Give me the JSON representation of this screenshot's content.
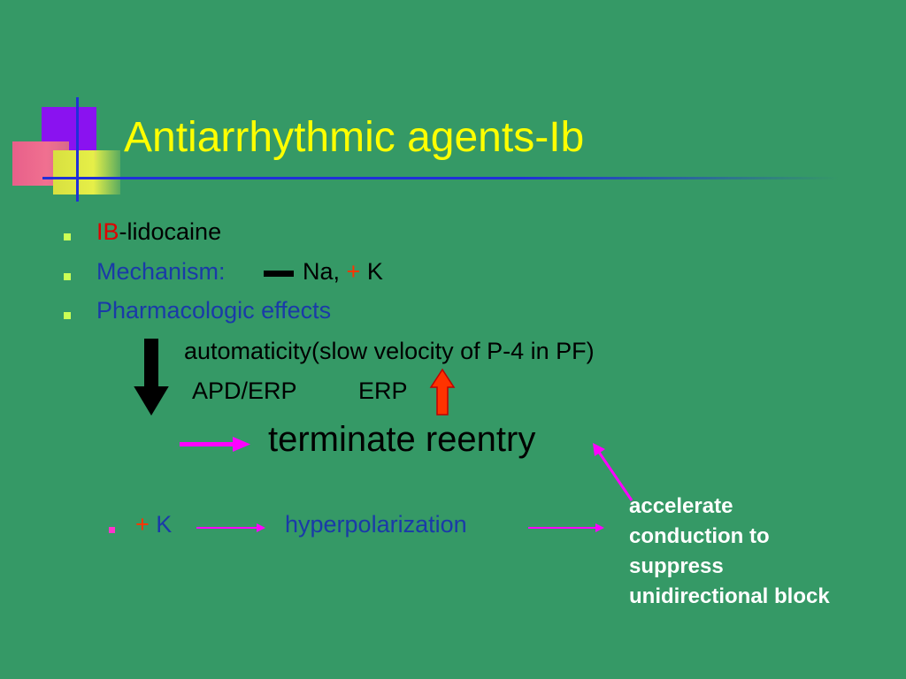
{
  "title": "Antiarrhythmic agents-Ib",
  "bullets": {
    "b1": {
      "prefix": "IB",
      "text": "-lidocaine"
    },
    "b2": {
      "label": "Mechanism:",
      "na": "Na,",
      "plus": "+",
      "k": "K"
    },
    "b3": {
      "label": "Pharmacologic effects"
    }
  },
  "effects": {
    "automaticity": "automaticity(slow velocity of P-4 in PF)",
    "apd": "APD/ERP",
    "erp": "ERP",
    "reentry": "terminate reentry"
  },
  "bottom": {
    "plus": "+",
    "k": "K",
    "hyper": "hyperpolarization",
    "accelerate": "accelerate conduction to suppress unidirectional block"
  },
  "colors": {
    "background": "#359966",
    "title": "#ffff00",
    "arrow_magenta": "#ff00ff",
    "arrow_up_fill": "#ff3300",
    "arrow_down_fill": "#000000"
  }
}
